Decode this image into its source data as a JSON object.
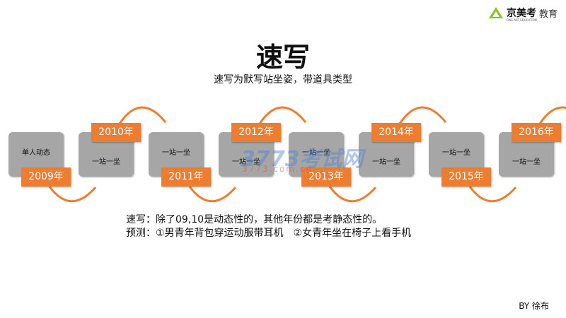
{
  "logo": {
    "brand": "京美考",
    "suffix": "教育",
    "tagline": "FINE ART EDUCATION"
  },
  "title": "速写",
  "subtitle": "速写为默写站坐姿，带道具类型",
  "timeline": [
    {
      "year": "2009年",
      "text": "单人动态"
    },
    {
      "year": "2010年",
      "text": "一站一坐"
    },
    {
      "year": "2011年",
      "text": "一站一坐"
    },
    {
      "year": "2012年",
      "text": "一站一坐"
    },
    {
      "year": "2013年",
      "text": "一站一坐"
    },
    {
      "year": "2014年",
      "text": "一站一坐"
    },
    {
      "year": "2015年",
      "text": "一站一坐"
    },
    {
      "year": "2016年",
      "text": "一站一坐"
    }
  ],
  "notes": {
    "line1": "速写：除了09,10是动态性的，其他年份都是考静态性的。",
    "line2": "预测：①男青年背包穿运动服带耳机　②女青年坐在椅子上看手机"
  },
  "byline": "BY 徐布",
  "watermark": {
    "main": "3773考试网",
    "url": "3773.com.cn"
  },
  "colors": {
    "accent": "#ed7d31",
    "box": "#a6a6a6"
  }
}
